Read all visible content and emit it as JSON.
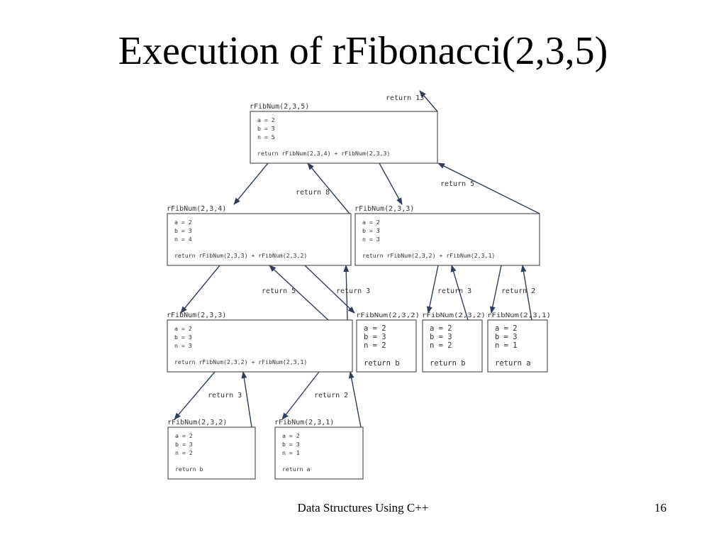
{
  "slide": {
    "title": "Execution of rFibonacci(2,3,5)",
    "footer": "Data Structures Using C++",
    "page_number": "16"
  },
  "frames": [
    {
      "id": "f235",
      "header": "rFibNum(2,3,5)",
      "lines": [
        "a = 2",
        "b = 3",
        "n = 5"
      ],
      "ret": "return rFibNum(2,3,4) + rFibNum(2,3,3)"
    },
    {
      "id": "f234",
      "header": "rFibNum(2,3,4)",
      "lines": [
        "a = 2",
        "b = 3",
        "n = 4"
      ],
      "ret": "return rFibNum(2,3,3) + rFibNum(2,3,2)"
    },
    {
      "id": "f233a",
      "header": "rFibNum(2,3,3)",
      "lines": [
        "a = 2",
        "b = 3",
        "n = 3"
      ],
      "ret": "return rFibNum(2,3,2) + rFibNum(2,3,1)"
    },
    {
      "id": "f233b",
      "header": "rFibNum(2,3,3)",
      "lines": [
        "a = 2",
        "b = 3",
        "n = 3"
      ],
      "ret": "return rFibNum(2,3,2) + rFibNum(2,3,1)"
    },
    {
      "id": "f232a",
      "header": "rFibNum(2,3,2)",
      "lines": [
        "a = 2",
        "b = 3",
        "n = 2"
      ],
      "ret": "return b"
    },
    {
      "id": "f232b",
      "header": "rFibNum(2,3,2)",
      "lines": [
        "a = 2",
        "b = 3",
        "n = 2"
      ],
      "ret": "return b"
    },
    {
      "id": "f231a",
      "header": "rFibNum(2,3,1)",
      "lines": [
        "a = 2",
        "b = 3",
        "n = 1"
      ],
      "ret": "return a"
    },
    {
      "id": "f232c",
      "header": "rFibNum(2,3,2)",
      "lines": [
        "a = 2",
        "b = 3",
        "n = 2"
      ],
      "ret": "return b"
    },
    {
      "id": "f231b",
      "header": "rFibNum(2,3,1)",
      "lines": [
        "a = 2",
        "b = 3",
        "n = 1"
      ],
      "ret": "return a"
    }
  ],
  "returns": [
    {
      "id": "r13",
      "text": "return 13"
    },
    {
      "id": "r8",
      "text": "return 8"
    },
    {
      "id": "r5top",
      "text": "return 5"
    },
    {
      "id": "r5mid",
      "text": "return 5"
    },
    {
      "id": "r3mid",
      "text": "return 3"
    },
    {
      "id": "r3right",
      "text": "return 3"
    },
    {
      "id": "r2right",
      "text": "return 2"
    },
    {
      "id": "r3bot",
      "text": "return 3"
    },
    {
      "id": "r2bot",
      "text": "return 2"
    }
  ]
}
